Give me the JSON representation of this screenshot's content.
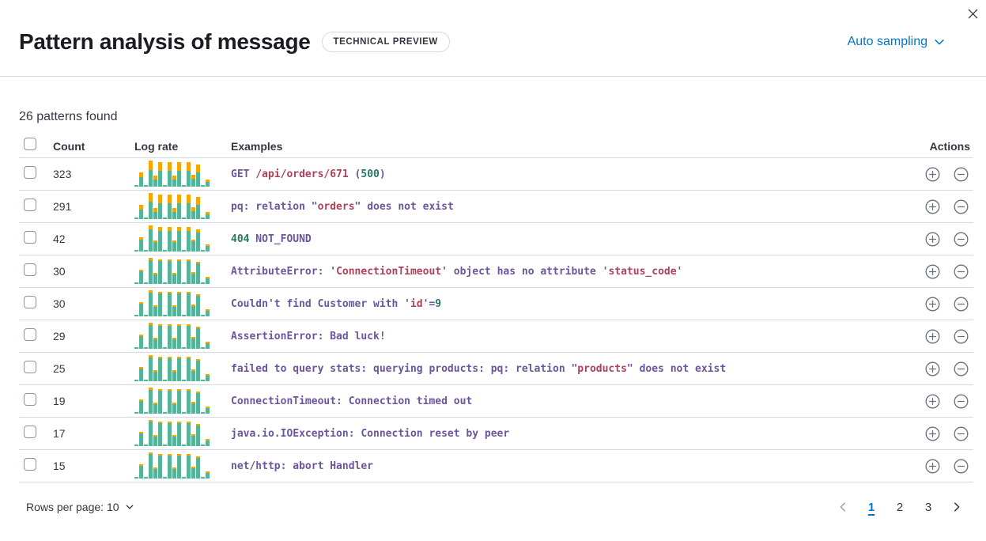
{
  "header": {
    "title": "Pattern analysis of message",
    "badge": "TECHNICAL PREVIEW",
    "sampling_label": "Auto sampling"
  },
  "summary": "26 patterns found",
  "table": {
    "columns": {
      "count": "Count",
      "log_rate": "Log rate",
      "examples": "Examples",
      "actions": "Actions"
    },
    "rows": [
      {
        "count": "323",
        "cap": 0.36,
        "example": [
          {
            "t": "GET ",
            "c": "p"
          },
          {
            "t": "/api/orders/671",
            "c": "r"
          },
          {
            "t": " (",
            "c": "p"
          },
          {
            "t": "500",
            "c": "g"
          },
          {
            "t": ")",
            "c": "p"
          }
        ]
      },
      {
        "count": "291",
        "cap": 0.34,
        "example": [
          {
            "t": "pq: relation \"",
            "c": "p"
          },
          {
            "t": "orders",
            "c": "r"
          },
          {
            "t": "\" does not exist",
            "c": "p"
          }
        ]
      },
      {
        "count": "42",
        "cap": 0.16,
        "example": [
          {
            "t": "404",
            "c": "g"
          },
          {
            "t": " NOT_FOUND",
            "c": "p"
          }
        ]
      },
      {
        "count": "30",
        "cap": 0.08,
        "example": [
          {
            "t": "AttributeError: '",
            "c": "p"
          },
          {
            "t": "ConnectionTimeout",
            "c": "r"
          },
          {
            "t": "' object has no attribute '",
            "c": "p"
          },
          {
            "t": "status_code",
            "c": "r"
          },
          {
            "t": "'",
            "c": "p"
          }
        ]
      },
      {
        "count": "30",
        "cap": 0.08,
        "example": [
          {
            "t": "Couldn't find Customer with '",
            "c": "p"
          },
          {
            "t": "id",
            "c": "r"
          },
          {
            "t": "'=",
            "c": "p"
          },
          {
            "t": "9",
            "c": "g"
          }
        ]
      },
      {
        "count": "29",
        "cap": 0.08,
        "example": [
          {
            "t": "AssertionError: Bad luck!",
            "c": "p"
          }
        ]
      },
      {
        "count": "25",
        "cap": 0.08,
        "example": [
          {
            "t": "failed to query stats: querying products: pq: relation \"",
            "c": "p"
          },
          {
            "t": "products",
            "c": "r"
          },
          {
            "t": "\" does not exist",
            "c": "p"
          }
        ]
      },
      {
        "count": "19",
        "cap": 0.08,
        "example": [
          {
            "t": "ConnectionTimeout: Connection timed out",
            "c": "p"
          }
        ]
      },
      {
        "count": "17",
        "cap": 0.07,
        "example": [
          {
            "t": "java.io.IOException: Connection reset by peer",
            "c": "p"
          }
        ]
      },
      {
        "count": "15",
        "cap": 0.07,
        "example": [
          {
            "t": "net/http: abort Handler",
            "c": "p"
          }
        ]
      }
    ]
  },
  "sparkline": {
    "heights": [
      0.07,
      0.55,
      0.05,
      1.0,
      0.42,
      0.95,
      0.06,
      0.95,
      0.42,
      0.95,
      0.06,
      0.95,
      0.44,
      0.86,
      0.06,
      0.26
    ],
    "bar_color": "#54B399",
    "cap_color": "#F7A500"
  },
  "footer": {
    "rows_per_page_label": "Rows per page: 10",
    "pages": [
      "1",
      "2",
      "3"
    ],
    "active_page": "1"
  },
  "colors": {
    "accent": "#0077CC",
    "text": "#343741",
    "title": "#1A1C21",
    "border": "#D3DAE6",
    "icon_gray": "#69707D",
    "disabled": "#98A2B3",
    "code": {
      "p": "#6B559C",
      "r": "#AC4259",
      "g": "#25795F"
    }
  }
}
